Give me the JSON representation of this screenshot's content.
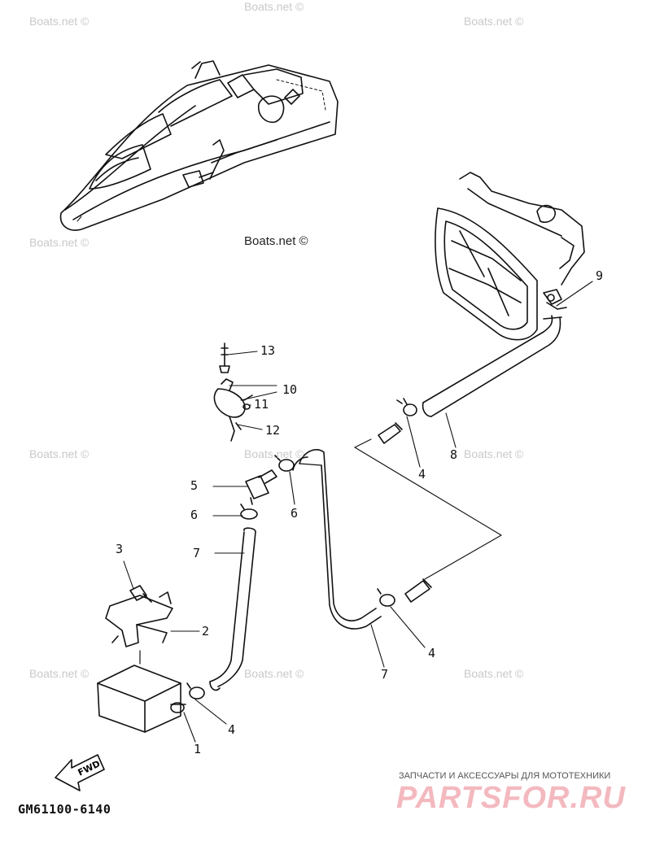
{
  "watermarks": [
    {
      "text": "Boats.net ©"
    },
    {
      "text": "Boats.net ©"
    },
    {
      "text": "Boats.net ©"
    },
    {
      "text": "Boats.net ©"
    },
    {
      "text": "Boats.net ©"
    },
    {
      "text": "Boats.net ©"
    },
    {
      "text": "Boats.net ©"
    },
    {
      "text": "Boats.net ©"
    },
    {
      "text": "Boats.net ©"
    },
    {
      "text": "Boats.net ©"
    },
    {
      "text": "Boats.net ©"
    }
  ],
  "callouts": {
    "c1": "1",
    "c2": "2",
    "c3": "3",
    "c4a": "4",
    "c4b": "4",
    "c4c": "4",
    "c5": "5",
    "c6a": "6",
    "c6b": "6",
    "c7a": "7",
    "c7b": "7",
    "c8": "8",
    "c9": "9",
    "c10": "10",
    "c11": "11",
    "c12": "12",
    "c13": "13"
  },
  "fwd_label": "FWD",
  "diagram_code": "GM61100-6140",
  "branding": {
    "tagline": "ЗАПЧАСТИ И АКСЕССУАРЫ ДЛЯ МОТОТЕХНИКИ",
    "name": "PARTSFOR.RU"
  }
}
